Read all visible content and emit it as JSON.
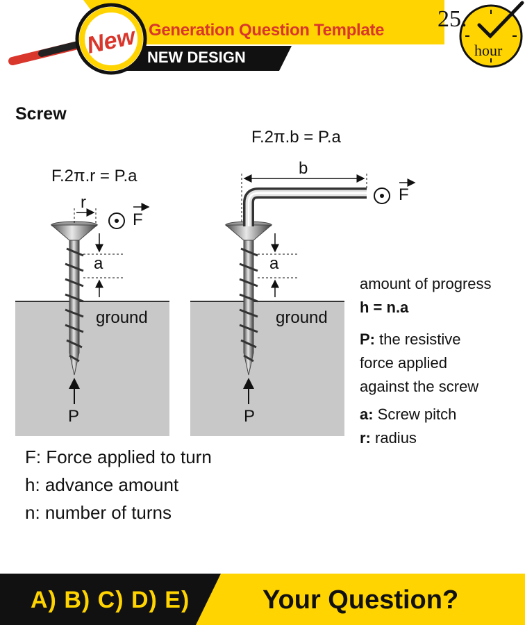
{
  "header": {
    "badge": "New",
    "title": "Generation Question Template",
    "subtitle": "NEW DESIGN",
    "clock_number": "25.",
    "clock_unit": "hour"
  },
  "section_title": "Screw",
  "diagram_left": {
    "equation": "F.2π.r = P.a",
    "radius_label": "r",
    "force_label": "F",
    "pitch_label": "a",
    "ground_label": "ground",
    "load_label": "P"
  },
  "diagram_right": {
    "equation": "F.2π.b = P.a",
    "arm_label": "b",
    "force_label": "F",
    "pitch_label": "a",
    "ground_label": "ground",
    "load_label": "P"
  },
  "definitions_left": [
    "F: Force applied to turn",
    "h: advance amount",
    "n: number of turns"
  ],
  "definitions_right": {
    "progress_heading": "amount of progress",
    "progress_formula": "h = n.a",
    "p_key": "P:",
    "p_text_1": " the resistive",
    "p_text_2": "force applied",
    "p_text_3": "against the screw",
    "a_key": "a:",
    "a_text": " Screw pitch",
    "r_key": "r:",
    "r_text": " radius"
  },
  "footer": {
    "answers": "A) B) C) D) E)",
    "question": "Your Question?"
  },
  "colors": {
    "accent_yellow": "#ffd400",
    "title_red": "#d9362c",
    "dark": "#111111",
    "ground_gray": "#c8c8c8"
  }
}
